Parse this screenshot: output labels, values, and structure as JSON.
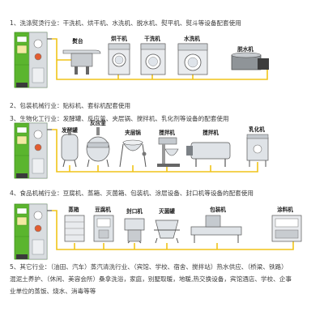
{
  "sections": {
    "laundry": {
      "line": "1、洗涤熨烫行业：干洗机、烘干机、水洗机、脱水机、熨平机、熨斗等设备配套使用",
      "labels": [
        "熨台",
        "烘干机",
        "干洗机",
        "水洗机",
        "脱水机"
      ]
    },
    "packaging": {
      "line": "2、包装机械行业：贴标机、套标机配套使用"
    },
    "biochem": {
      "line": "3、生物化工行业：发酵罐、反应釜、夹层锅、搅拌机、乳化剂等设备的配套使用",
      "labels": [
        "发酵罐",
        "反应釜",
        "夹层锅",
        "搅拌机",
        "搅拌机",
        "乳化机"
      ]
    },
    "food": {
      "line": "4、食品机械行业：豆腐机、蒸箱、灭菌箱、包装机、涂层设备、封口机等设备的配套使用",
      "labels": [
        "蒸箱",
        "豆腐机",
        "封口机",
        "灭菌罐",
        "包装机",
        "涂料机"
      ]
    },
    "other": {
      "lines": [
        "5、其它行业：（油田、汽车）蒸汽清洗行业、（宾馆、学校、宿舍、搅拌站）热水供应、（桥梁、铁路）",
        "混泥土养护、（休闲、美容会所）桑拿洗浴，家庭，别墅取暖，地暖,热交换设备，宾馆酒店、学校、企事",
        "业单位的蒸饭、烧水、消毒等等"
      ]
    }
  },
  "colors": {
    "boiler_green": "#5bb52e",
    "pipe": "#f0c419",
    "machine_gray": "#bfc3c7",
    "dark": "#4a4a4a"
  }
}
